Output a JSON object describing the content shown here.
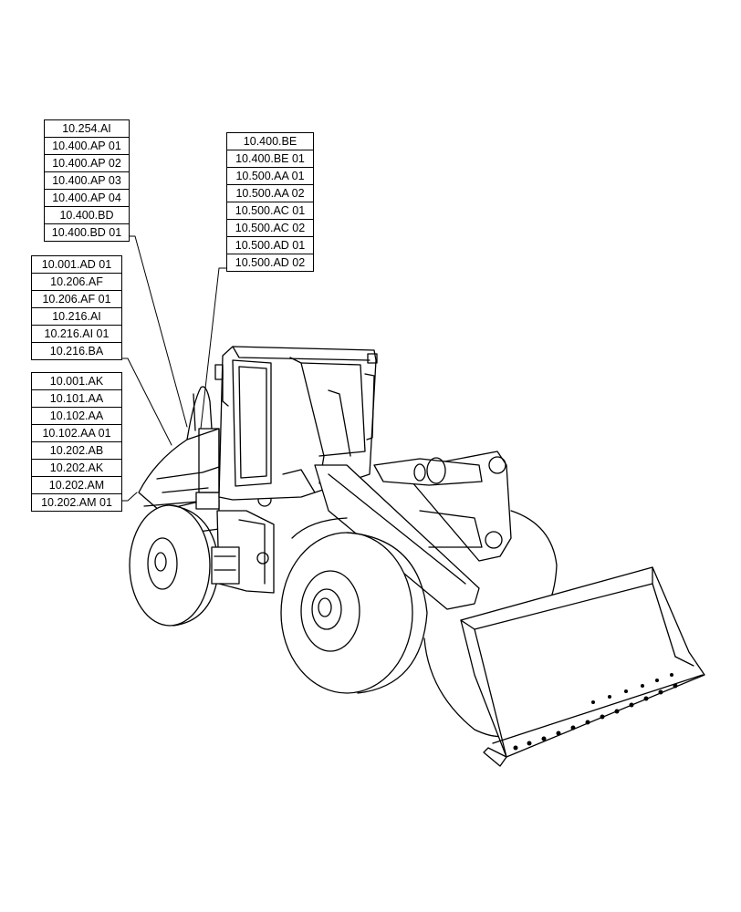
{
  "reference_groups": [
    {
      "id": "group-1",
      "items": [
        "10.254.AI",
        "10.400.AP 01",
        "10.400.AP 02",
        "10.400.AP 03",
        "10.400.AP 04",
        "10.400.BD",
        "10.400.BD 01"
      ]
    },
    {
      "id": "group-2",
      "items": [
        "10.400.BE",
        "10.400.BE 01",
        "10.500.AA 01",
        "10.500.AA 02",
        "10.500.AC 01",
        "10.500.AC 02",
        "10.500.AD 01",
        "10.500.AD 02"
      ]
    },
    {
      "id": "group-3",
      "items": [
        "10.001.AD 01",
        "10.206.AF",
        "10.206.AF 01",
        "10.216.AI",
        "10.216.AI 01",
        "10.216.BA"
      ]
    },
    {
      "id": "group-4",
      "items": [
        "10.001.AK",
        "10.101.AA",
        "10.102.AA",
        "10.102.AA 01",
        "10.202.AB",
        "10.202.AK",
        "10.202.AM",
        "10.202.AM 01"
      ]
    }
  ],
  "illustration": {
    "subject": "wheel-loader",
    "line_color": "#000000",
    "background": "#ffffff"
  }
}
